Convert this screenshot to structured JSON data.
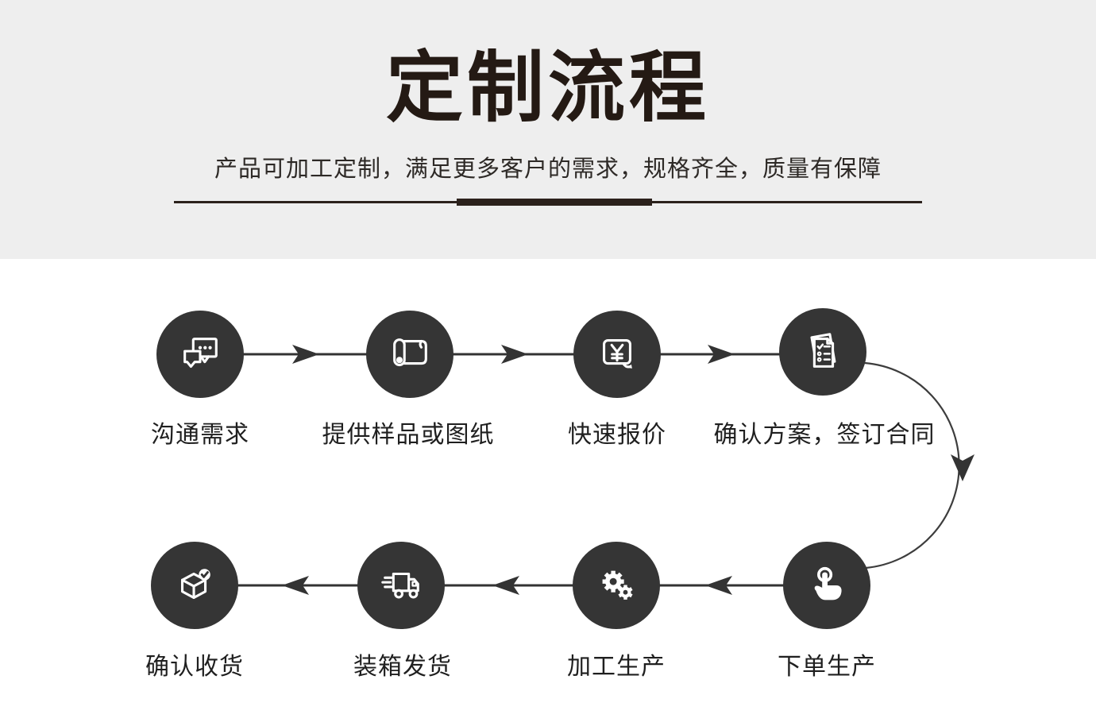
{
  "header": {
    "title": "定制流程",
    "subtitle": "产品可加工定制，满足更多客户的需求，规格齐全，质量有保障"
  },
  "flow": {
    "top_row": [
      {
        "label": "沟通需求",
        "icon": "chat-bubbles-icon"
      },
      {
        "label": "提供样品或图纸",
        "icon": "blueprint-scroll-icon"
      },
      {
        "label": "快速报价",
        "icon": "price-quote-bubble-icon"
      },
      {
        "label": "确认方案，签订合同",
        "icon": "contract-checklist-icon"
      }
    ],
    "bottom_row": [
      {
        "label": "确认收货",
        "icon": "package-check-icon"
      },
      {
        "label": "装箱发货",
        "icon": "delivery-truck-icon"
      },
      {
        "label": "加工生产",
        "icon": "gears-icon"
      },
      {
        "label": "下单生产",
        "icon": "click-hand-icon"
      }
    ],
    "top_row_direction": "left-to-right",
    "bottom_row_direction": "right-to-left"
  },
  "colors": {
    "header_background": "#eeeeee",
    "ink": "#2b211c",
    "circle_background": "#353535",
    "connector": "#333333",
    "label_text": "#1f1f1f"
  }
}
